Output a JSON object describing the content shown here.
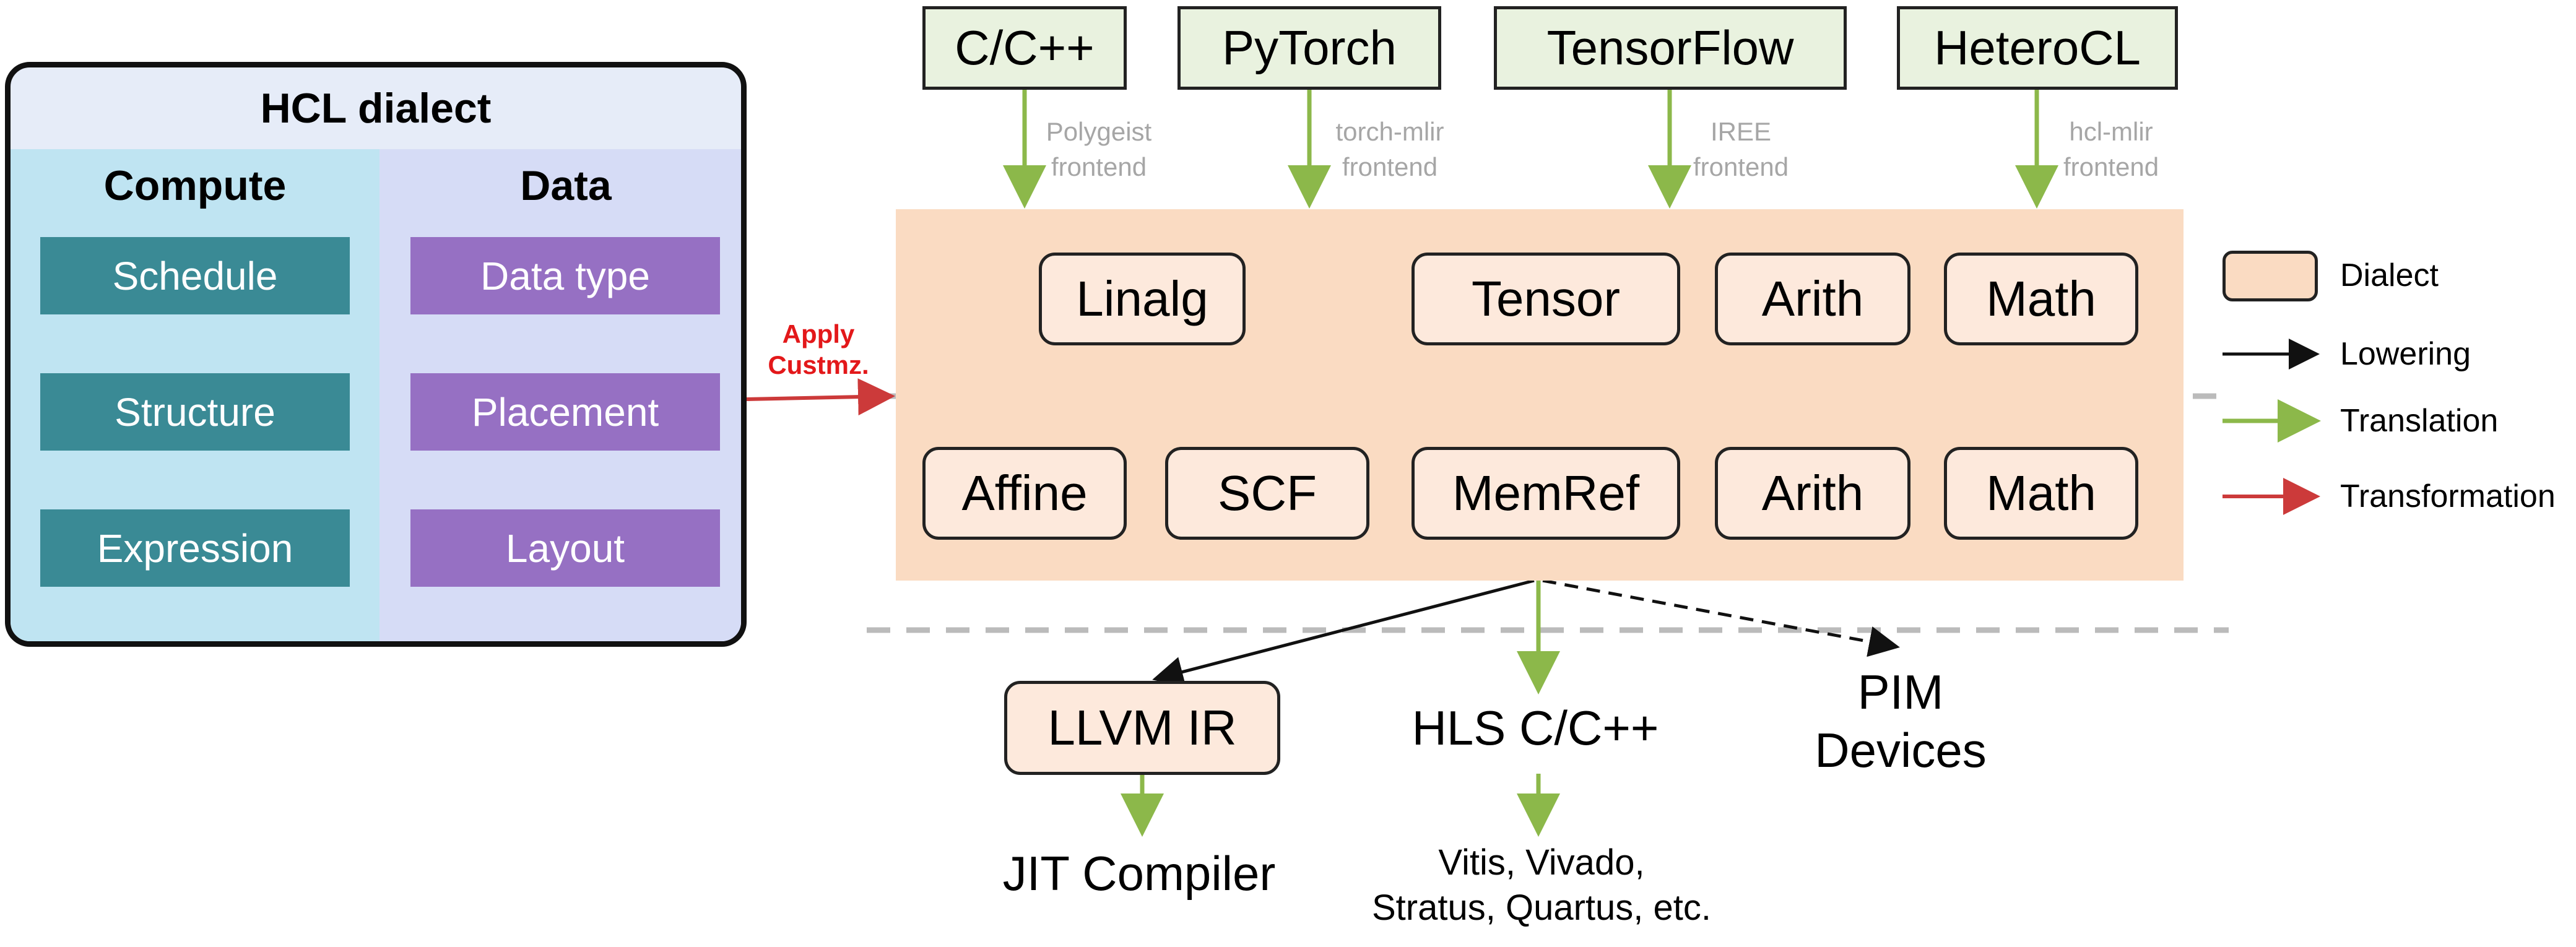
{
  "hcl_panel": {
    "title": "HCL dialect",
    "compute": {
      "heading": "Compute",
      "items": [
        "Schedule",
        "Structure",
        "Expression"
      ]
    },
    "data": {
      "heading": "Data",
      "items": [
        "Data type",
        "Placement",
        "Layout"
      ]
    }
  },
  "apply_label": "Apply\nCustmz.",
  "frontends": [
    {
      "name": "C/C++",
      "label": "Polygeist\nfrontend"
    },
    {
      "name": "PyTorch",
      "label": "torch-mlir\nfrontend"
    },
    {
      "name": "TensorFlow",
      "label": "IREE\nfrontend"
    },
    {
      "name": "HeteroCL",
      "label": "hcl-mlir\nfrontend"
    }
  ],
  "dialects_top": [
    "Linalg",
    "Tensor",
    "Arith",
    "Math"
  ],
  "dialects_bottom": [
    "Affine",
    "SCF",
    "MemRef",
    "Arith",
    "Math"
  ],
  "targets": {
    "llvm_ir": "LLVM IR",
    "jit": "JIT Compiler",
    "hls": "HLS C/C++",
    "hls_tools": "Vitis, Vivado,\nStratus, Quartus, etc.",
    "pim": "PIM\nDevices"
  },
  "legend": {
    "dialect": "Dialect",
    "lowering": "Lowering",
    "translation": "Translation",
    "transformation": "Transformation"
  },
  "colors": {
    "translation": "#8cb84a",
    "lowering": "#111111",
    "transformation": "#cc3a3a",
    "dialect_fill": "#fadbc2",
    "frontend_fill": "#e9f2df"
  }
}
